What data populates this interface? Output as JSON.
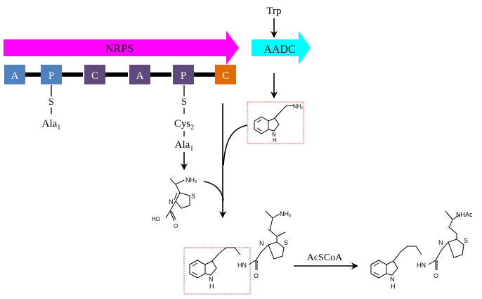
{
  "colors": {
    "nrps_arrow": "#FF00FF",
    "aadc_arrow": "#00FFFF",
    "domain_A": "#4F81BD",
    "domain_P1": "#4F81BD",
    "domain_C": "#604A7B",
    "domain_P2": "#604A7B",
    "domain_C_final": "#E36C09",
    "highlight_box": "#E06666"
  },
  "pathway": {
    "substrate": "Trp",
    "nrps_label": "NRPS",
    "aadc_label": "AADC",
    "reagent": "AcSCoA"
  },
  "domains": [
    {
      "label": "A"
    },
    {
      "label": "P"
    },
    {
      "label": "C"
    },
    {
      "label": "A"
    },
    {
      "label": "P"
    },
    {
      "label": "C"
    }
  ],
  "tether1": {
    "s": "S",
    "ala": "Ala",
    "ala_sub": "1"
  },
  "tether2": {
    "s": "S",
    "cys": "Cys",
    "cys_sub": "2",
    "ala": "Ala",
    "ala_sub": "1"
  },
  "labels": {
    "tryptamine_nh2": "NH₂",
    "tryptamine_nh": "N",
    "tryptamine_h": "H",
    "thiazoline_nh2": "NH₂",
    "thiazoline_n": "N",
    "thiazoline_s": "S",
    "thiazoline_ho": "HO",
    "thiazoline_o": "O",
    "amide_hn": "HN",
    "amide_o": "O",
    "amide_n": "N",
    "amide_s": "S",
    "amide_nh2": "NH₂",
    "amide_indole_nh": "N",
    "amide_indole_h": "H",
    "final_hn": "HN",
    "final_o": "O",
    "final_n": "N",
    "final_s": "S",
    "final_nhac": "NHAc",
    "final_indole_nh": "N",
    "final_indole_h": "H"
  }
}
